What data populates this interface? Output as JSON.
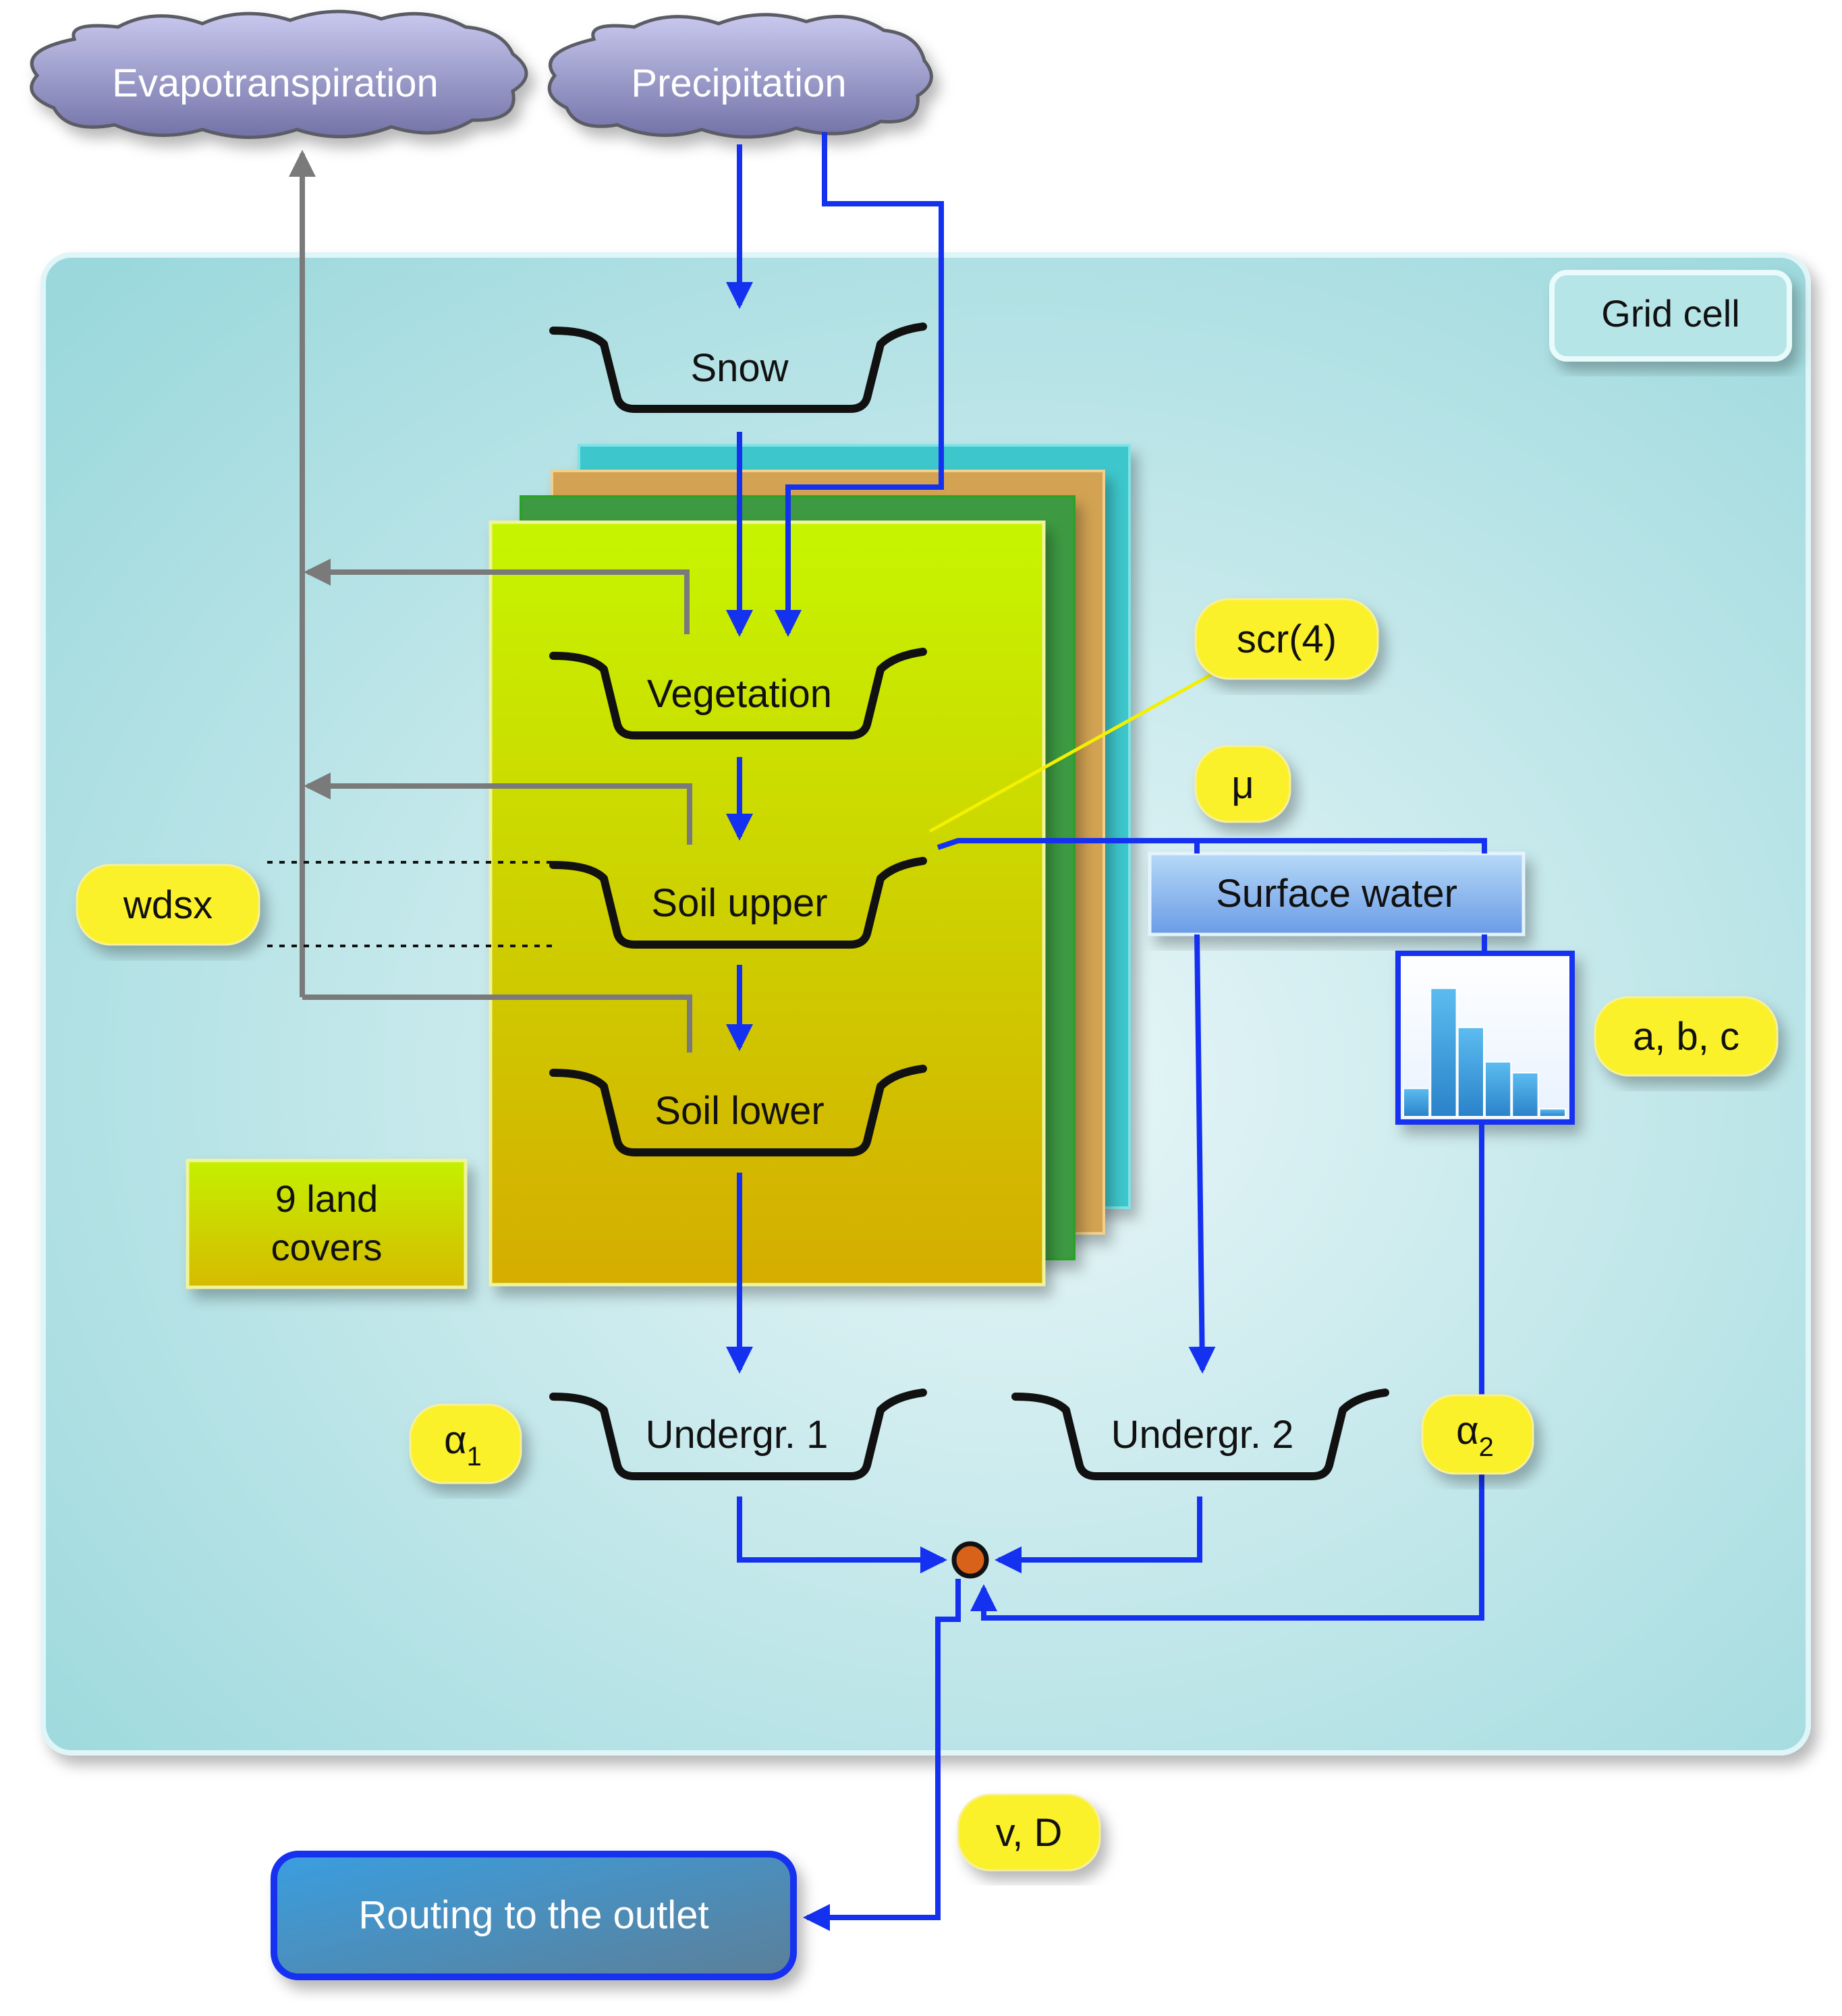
{
  "clouds": {
    "evapotranspiration": "Evapotranspiration",
    "precipitation": "Precipitation"
  },
  "grid_cell": {
    "label": "Grid cell"
  },
  "reservoirs": {
    "snow": "Snow",
    "vegetation": "Vegetation",
    "soil_upper": "Soil upper",
    "soil_lower": "Soil lower",
    "undergr1": "Undergr. 1",
    "undergr2": "Undergr. 2"
  },
  "surface_water": {
    "label": "Surface water"
  },
  "land_covers": {
    "line1": "9 land",
    "line2": "covers"
  },
  "parameters": {
    "scr": "scr(4)",
    "mu": "μ",
    "wdsx": "wdsx",
    "abc": "a, b, c",
    "alpha1_base": "α",
    "alpha1_sub": "1",
    "alpha2_base": "α",
    "alpha2_sub": "2",
    "vd": "v, D"
  },
  "routing": {
    "label": "Routing to the outlet"
  },
  "histogram": {
    "values": [
      0.18,
      0.82,
      0.57,
      0.35,
      0.28,
      0.05
    ]
  },
  "colors": {
    "flow": "#1531f0",
    "evap": "#7a7a7a",
    "param": "#fbf12a",
    "grid_cell": "#aee0e2",
    "junction": "#d8621a",
    "scr_line": "#f3f000"
  }
}
